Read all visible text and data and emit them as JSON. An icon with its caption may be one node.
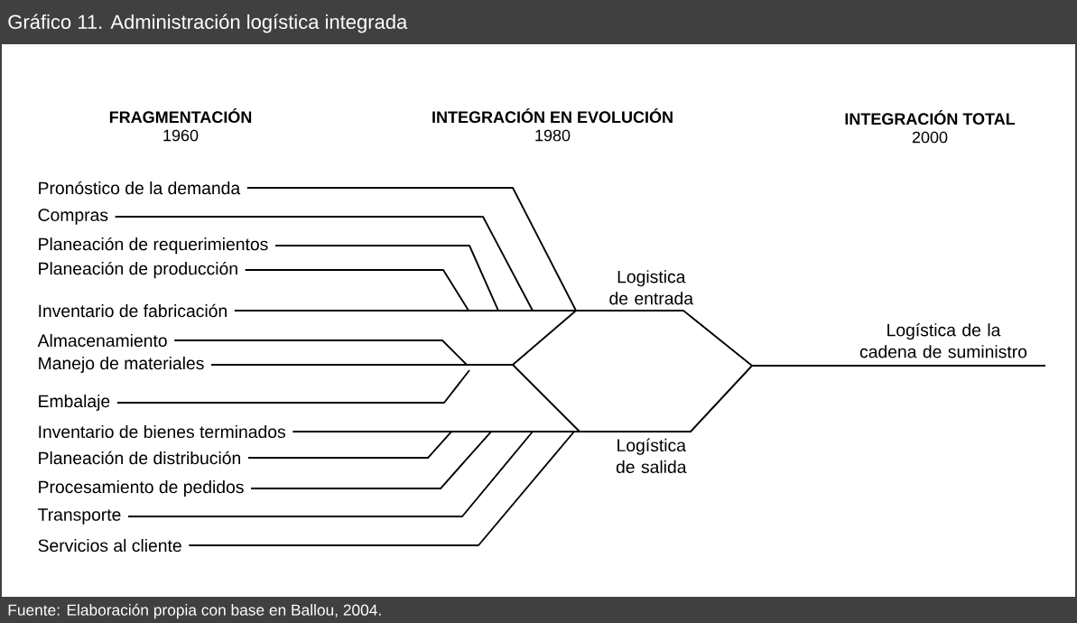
{
  "diagram": {
    "title": "Gráfico 11. Administración logística integrada",
    "caption": "Fuente: Elaboración propia con base en Ballou, 2004.",
    "nodes": [
      {
        "text": [
          "Pronóstico de la demanda"
        ]
      },
      {
        "text": [
          "Compras"
        ]
      },
      {
        "text": [
          "Planeación de requerimientos"
        ]
      },
      {
        "text": [
          "Planeación de producción"
        ]
      },
      {
        "text": [
          "Inventario de fabricación"
        ]
      },
      {
        "text": [
          "Almacenamiento"
        ]
      },
      {
        "text": [
          "Manejo de materiales"
        ]
      },
      {
        "text": [
          "Embalaje"
        ]
      },
      {
        "text": [
          "Inventario de bienes terminados"
        ]
      },
      {
        "text": [
          "Planeación de distribución"
        ]
      },
      {
        "text": [
          "Procesamiento de pedidos"
        ]
      },
      {
        "text": [
          "Transporte"
        ]
      },
      {
        "text": [
          "Servicios al cliente"
        ]
      },
      {
        "text": [
          "Logistica de entrada"
        ]
      },
      {
        "text": [
          "Logística de salida"
        ]
      },
      {
        "text": [
          "Logística de la cadena de suministro"
        ]
      }
    ],
    "edges": [
      {
        "from": 0,
        "to": 13,
        "arrow": "none"
      },
      {
        "from": 1,
        "to": 13,
        "arrow": "none"
      },
      {
        "from": 2,
        "to": 13,
        "arrow": "none"
      },
      {
        "from": 3,
        "to": 13,
        "arrow": "none"
      },
      {
        "from": 4,
        "to": 13,
        "arrow": "none"
      },
      {
        "from": 5,
        "to": 13,
        "arrow": "none"
      },
      {
        "from": 6,
        "to": 13,
        "arrow": "none"
      },
      {
        "from": 7,
        "to": 13,
        "arrow": "none"
      },
      {
        "from": 5,
        "to": 14,
        "arrow": "none"
      },
      {
        "from": 6,
        "to": 14,
        "arrow": "none"
      },
      {
        "from": 7,
        "to": 14,
        "arrow": "none"
      },
      {
        "from": 8,
        "to": 14,
        "arrow": "none"
      },
      {
        "from": 9,
        "to": 14,
        "arrow": "none"
      },
      {
        "from": 10,
        "to": 14,
        "arrow": "none"
      },
      {
        "from": 11,
        "to": 14,
        "arrow": "none"
      },
      {
        "from": 12,
        "to": 14,
        "arrow": "none"
      },
      {
        "from": 13,
        "to": 15,
        "arrow": "none"
      },
      {
        "from": 14,
        "to": 15,
        "arrow": "none"
      }
    ],
    "labels": [
      "FRAGMENTACIÓN",
      "INTEGRACIÓN EN EVOLUCIÓN",
      "INTEGRACIÓN TOTAL",
      "1960",
      "1980",
      "2000"
    ]
  }
}
